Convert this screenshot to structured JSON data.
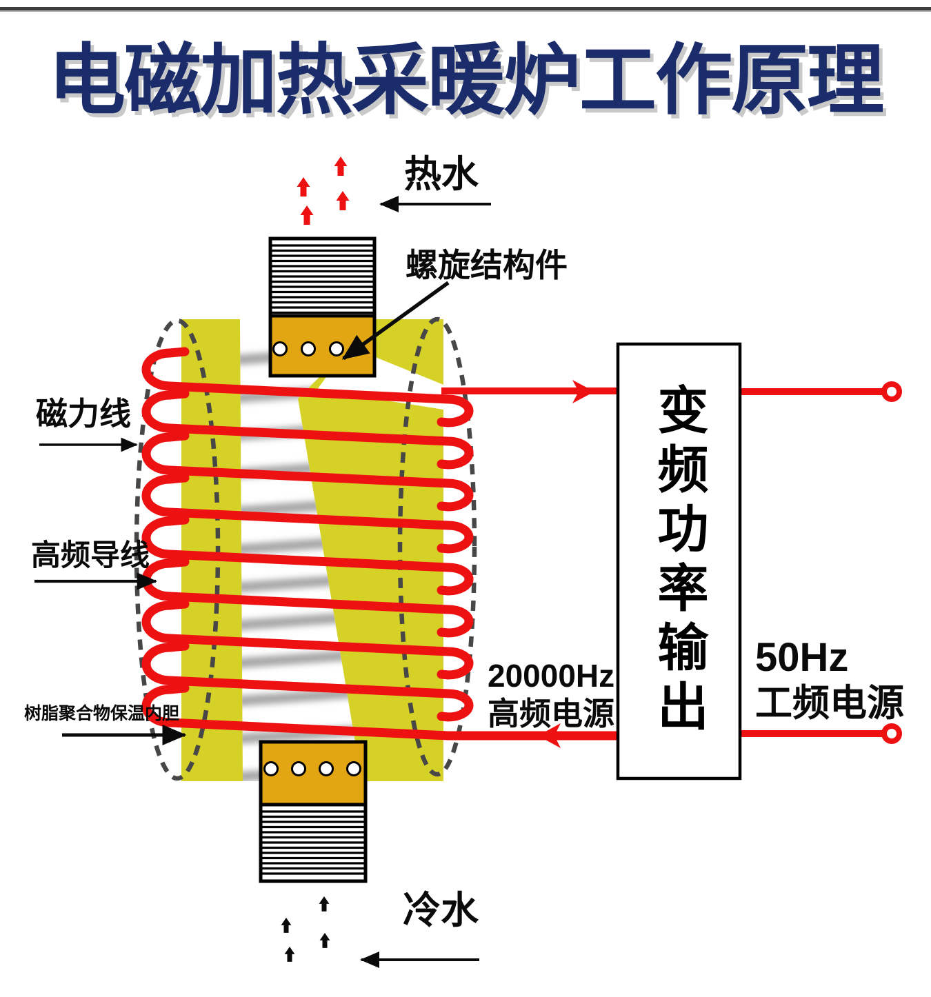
{
  "title": "电磁加热采暖炉工作原理",
  "diagram": {
    "hot_water_label": "热水",
    "spiral_component_label": "螺旋结构件",
    "magnetic_field_lines_label": "磁力线",
    "high_freq_wire_label": "高频导线",
    "insulation_liner_label": "树脂聚合物保温内胆",
    "inverter_box_label": "变频功率输出",
    "hf_supply": {
      "line1": "20000Hz",
      "line2": "高频电源"
    },
    "mains_supply": {
      "line1": "50Hz",
      "line2": "工频电源"
    },
    "cold_water_label": "冷水"
  },
  "colors": {
    "title_navy": "#1b2c6b",
    "coil_red": "#ee1111",
    "body_yellow": "#d6d126",
    "pipe_gold": "#e2a613",
    "field_line_gray": "#474747"
  }
}
